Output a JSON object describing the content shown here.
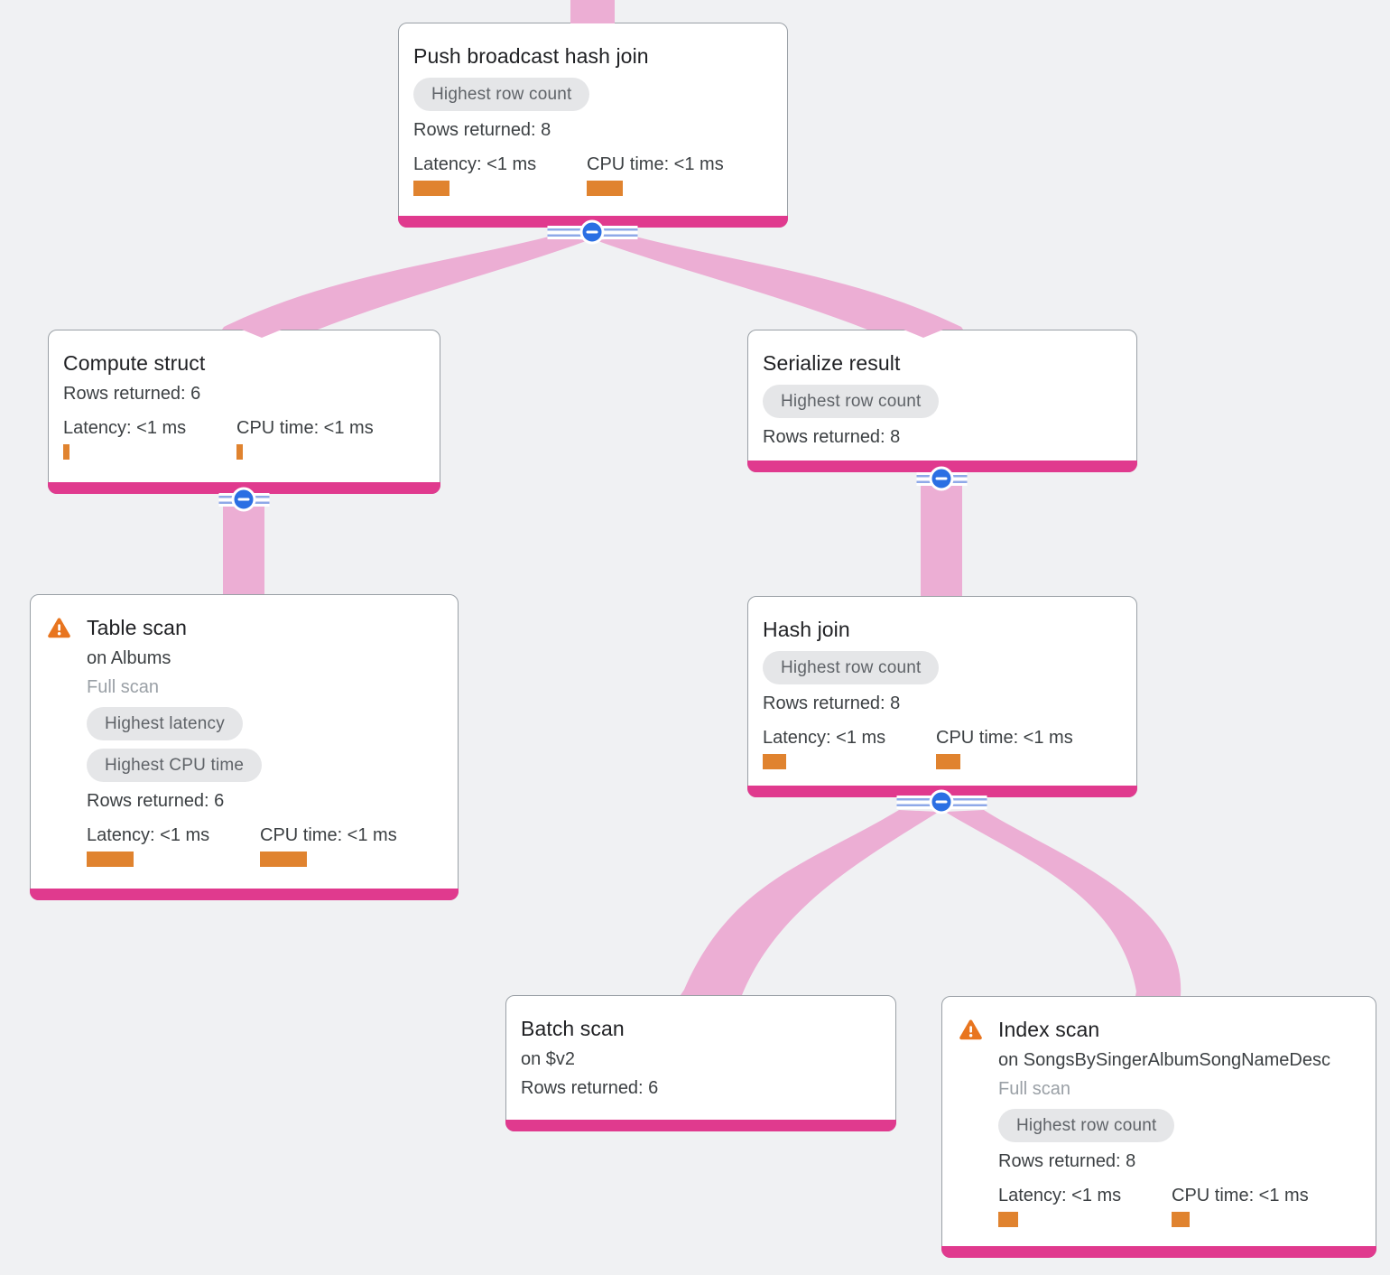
{
  "colors": {
    "background": "#F0F1F3",
    "card_bg": "#FFFFFF",
    "card_border": "#9AA0A6",
    "accent_pink": "#E03A8E",
    "ribbon_pink": "#ECAED4",
    "metric_orange": "#E0832F",
    "warning_orange": "#E8751F",
    "button_blue": "#2B6FE3",
    "rail_blue": "#8FA9E8",
    "badge_bg": "#E5E6E8",
    "badge_text": "#5F6368",
    "title_text": "#202124",
    "body_text": "#3C4043",
    "muted_text": "#9AA0A6"
  },
  "nodes": {
    "push": {
      "title": "Push broadcast hash join",
      "badge": "Highest row count",
      "rows": "Rows returned: 8",
      "latency": {
        "label": "Latency: <1 ms",
        "bar": "width:40px"
      },
      "cpu": {
        "label": "CPU time: <1 ms",
        "bar": "width:40px"
      }
    },
    "compute": {
      "title": "Compute struct",
      "rows": "Rows returned: 6",
      "latency": {
        "label": "Latency: <1 ms",
        "bar": "width:7px"
      },
      "cpu": {
        "label": "CPU time: <1 ms",
        "bar": "width:7px"
      }
    },
    "serialize": {
      "title": "Serialize result",
      "badge": "Highest row count",
      "rows": "Rows returned: 8"
    },
    "table": {
      "title": "Table scan",
      "on": "on Albums",
      "scan_type": "Full scan",
      "badge1": "Highest latency",
      "badge2": "Highest CPU time",
      "rows": "Rows returned: 6",
      "latency": {
        "label": "Latency: <1 ms",
        "bar": "width:52px"
      },
      "cpu": {
        "label": "CPU time: <1 ms",
        "bar": "width:52px"
      }
    },
    "hash": {
      "title": "Hash join",
      "badge": "Highest row count",
      "rows": "Rows returned: 8",
      "latency": {
        "label": "Latency: <1 ms",
        "bar": "width:26px"
      },
      "cpu": {
        "label": "CPU time: <1 ms",
        "bar": "width:27px"
      }
    },
    "batch": {
      "title": "Batch scan",
      "on": "on $v2",
      "rows": "Rows returned: 6"
    },
    "index": {
      "title": "Index scan",
      "on": "on SongsBySingerAlbumSongNameDesc",
      "scan_type": "Full scan",
      "badge": "Highest row count",
      "rows": "Rows returned: 8",
      "latency": {
        "label": "Latency: <1 ms",
        "bar": "width:22px"
      },
      "cpu": {
        "label": "CPU time: <1 ms",
        "bar": "width:20px"
      }
    }
  },
  "icons": {
    "warning": "!",
    "collapse_minus": "−"
  }
}
